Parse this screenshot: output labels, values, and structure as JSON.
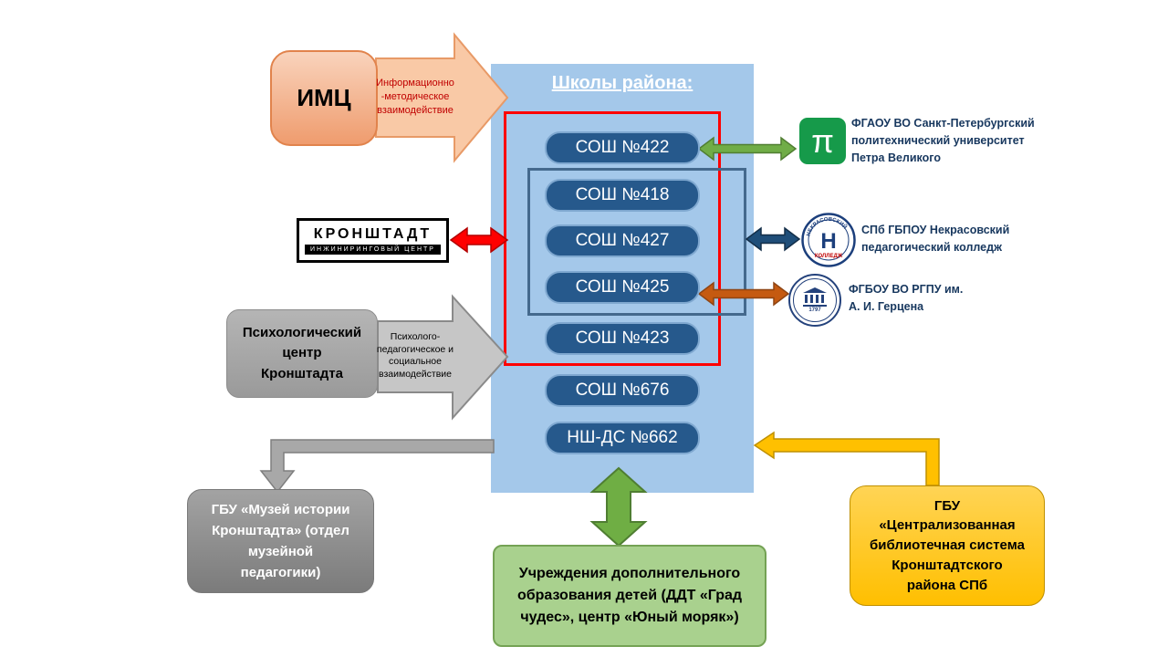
{
  "colors": {
    "panel_blue": "#A4C8EA",
    "school_node_blue": "#26598C",
    "highlight_red": "#FF0000",
    "highlight_steel": "#44698D",
    "imc_orange": "#EF9C6E",
    "gray": "#A6A6A6",
    "green": "#70AD47",
    "light_green": "#A9D18E",
    "gold": "#FFC000",
    "brown": "#C55A11",
    "navy": "#1F4E79"
  },
  "panel": {
    "title": "Школы района:",
    "schools": [
      "СОШ №422",
      "СОШ №418",
      "СОШ №427",
      "СОШ №425",
      "СОШ №423",
      "СОШ №676",
      "НШ-ДС №662"
    ]
  },
  "imc": {
    "label": "ИМЦ",
    "arrow_label": "Информационно\n-методическое\nвзаимодействие"
  },
  "engineering_center": {
    "name": "КРОНШТАДТ",
    "subtitle": "ИНЖИНИРИНГОВЫЙ ЦЕНТР"
  },
  "psych_center": {
    "label": "Психологический\nцентр\nКронштадта",
    "arrow_label": "Психолого-\nпедагогическое и\nсоциальное\nвзаимодействие"
  },
  "museum": {
    "label": "ГБУ «Музей истории\nКронштадта» (отдел\nмузейной\nпедагогики)"
  },
  "extra_education": {
    "label": "Учреждения дополнительного\nобразования детей (ДДТ «Град\nчудес», центр «Юный моряк»)"
  },
  "library": {
    "label": "ГБУ\n«Централизованная\nбиблиотечная система\nКронштадтского\nрайона СПб"
  },
  "polytech": {
    "logo_glyph": "π",
    "label": "ФГАОУ ВО Санкт-Петербургский\nполитехнический университет\nПетра Великого"
  },
  "nekrasov": {
    "logo_letter": "Н",
    "logo_arc_text": "НЕКРАСОВСКИЙ",
    "logo_caption": "КОЛЛЕДЖ",
    "label": "СПб ГБПОУ Некрасовский\nпедагогический колледж"
  },
  "herzen": {
    "logo_year": "1797",
    "label": "ФГБОУ ВО РГПУ им.\nА. И. Герцена"
  }
}
